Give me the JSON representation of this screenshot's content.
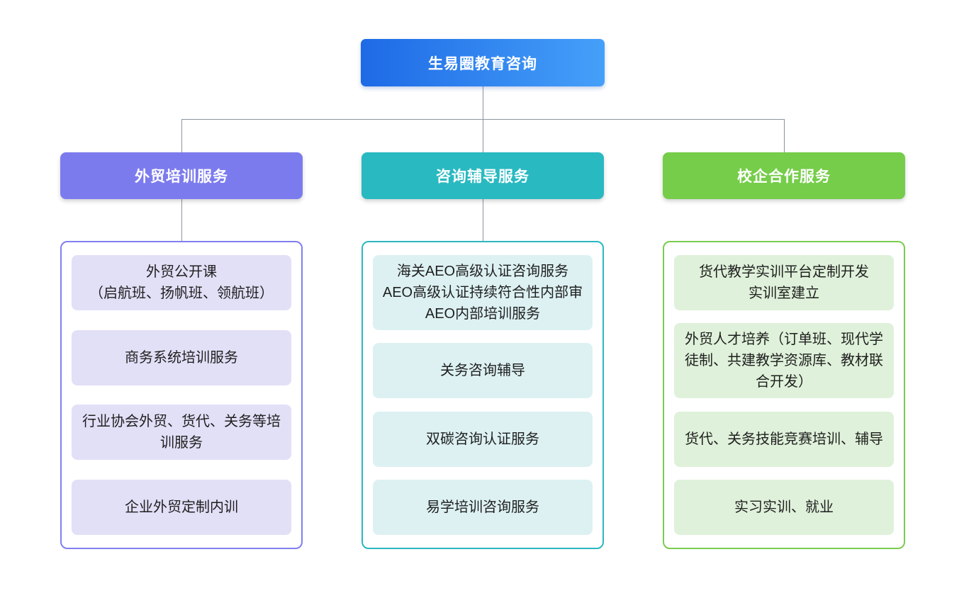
{
  "root": {
    "label": "生易圈教育咨询",
    "background": "linear-gradient(90deg, #1e6ae6, #45a0f9)"
  },
  "colors": {
    "connector": "#8b949e",
    "canvas_bg": "#ffffff"
  },
  "branches": [
    {
      "label": "外贸培训服务",
      "colors": {
        "header_bg": "#7c7bee",
        "border": "#817ff0",
        "item_bg": "#e2e0f7"
      },
      "items": [
        "外贸公开课\n（启航班、扬帆班、领航班）",
        "商务系统培训服务",
        "行业协会外贸、货代、关务等培训服务",
        "企业外贸定制内训"
      ]
    },
    {
      "label": "咨询辅导服务",
      "colors": {
        "header_bg": "#29b9c1",
        "border": "#2bb7c0",
        "item_bg": "#ddf1f3"
      },
      "items": [
        "海关AEO高级认证咨询服务\nAEO高级认证持续符合性内部审\nAEO内部培训服务",
        "关务咨询辅导",
        "双碳咨询认证服务",
        "易学培训咨询服务"
      ]
    },
    {
      "label": "校企合作服务",
      "colors": {
        "header_bg": "#75cd49",
        "border": "#79cc4e",
        "item_bg": "#dff1da"
      },
      "items": [
        "货代教学实训平台定制开发\n实训室建立",
        "外贸人才培养（订单班、现代学徒制、共建教学资源库、教材联合开发）",
        "货代、关务技能竞赛培训、辅导",
        "实习实训、就业"
      ]
    }
  ]
}
